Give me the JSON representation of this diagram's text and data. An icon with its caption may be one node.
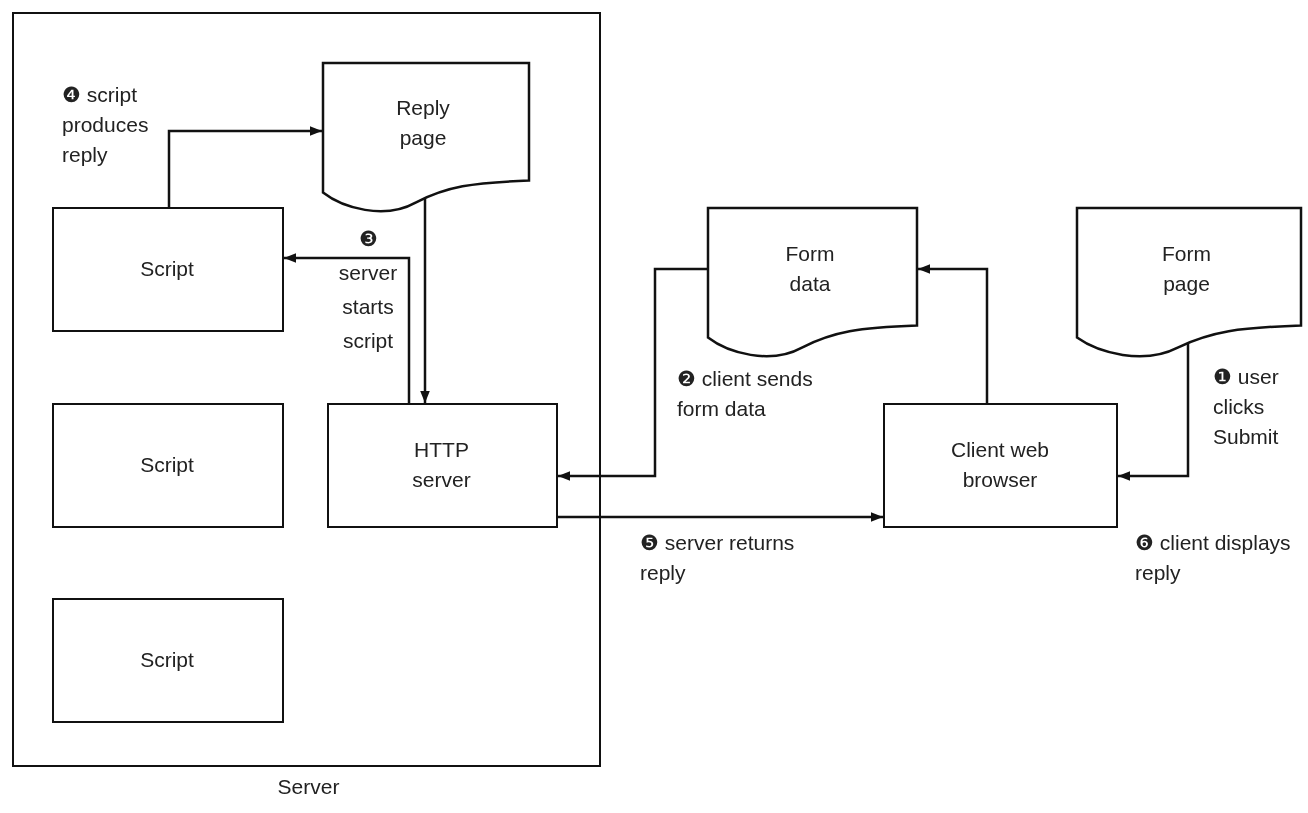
{
  "diagram": {
    "nodes": [
      {
        "text": [
          "Server"
        ]
      },
      {
        "text": [
          "Reply page"
        ],
        "in": 0
      },
      {
        "text": [
          "Script"
        ],
        "in": 0
      },
      {
        "text": [
          "Script"
        ],
        "in": 0
      },
      {
        "text": [
          "HTTP server"
        ],
        "in": 0
      },
      {
        "text": [
          "Script"
        ],
        "in": 0
      },
      {
        "text": [
          "Form data"
        ]
      },
      {
        "text": [
          "Form page"
        ]
      },
      {
        "text": [
          "Client web browser"
        ]
      }
    ],
    "edges": [
      {
        "from": 2,
        "to": 1,
        "arrow": "to",
        "label": "❹ script produces reply"
      },
      {
        "from": 1,
        "to": 4,
        "arrow": "to"
      },
      {
        "from": 4,
        "to": 2,
        "arrow": "to",
        "label": "❸ server starts script"
      },
      {
        "from": 6,
        "to": 4,
        "arrow": "to",
        "label": "❷ client sends form data"
      },
      {
        "from": 8,
        "to": 6,
        "arrow": "to"
      },
      {
        "from": 7,
        "to": 8,
        "arrow": "to",
        "label": "❶ user clicks Submit"
      },
      {
        "from": 4,
        "to": 8,
        "arrow": "to",
        "label": "❺ server returns reply"
      }
    ],
    "labels": [
      "❻ client displays reply"
    ]
  }
}
